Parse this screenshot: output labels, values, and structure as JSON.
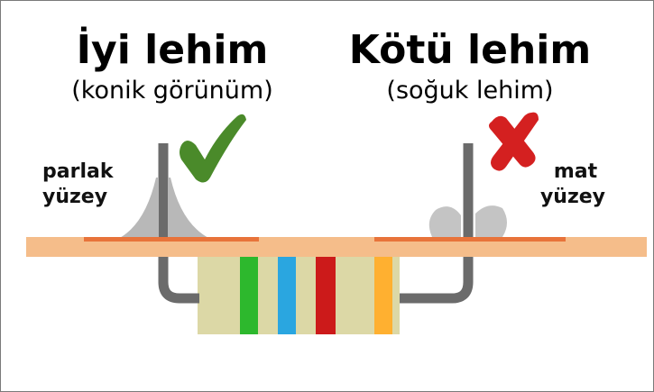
{
  "good": {
    "title": "İyi lehim",
    "subtitle": "(konik görünüm)",
    "surface_label_1": "parlak",
    "surface_label_2": "yüzey",
    "mark_icon": "checkmark-icon",
    "mark_color": "#4a8a2a"
  },
  "bad": {
    "title": "Kötü lehim",
    "subtitle": "(soğuk lehim)",
    "surface_label_1": "mat",
    "surface_label_2": "yüzey",
    "mark_icon": "cross-icon",
    "mark_color": "#d42020"
  },
  "colors": {
    "board": "#f5bd8a",
    "pad": "#e8733a",
    "lead": "#6b6b6b",
    "resistor_body": "#dcd8a6",
    "solder_good": "#b8b8b8",
    "solder_bad": "#c4c4c4"
  },
  "resistor_bands": [
    "#2db82d",
    "#2aa6e0",
    "#cc1a1a",
    "#ffb030"
  ]
}
